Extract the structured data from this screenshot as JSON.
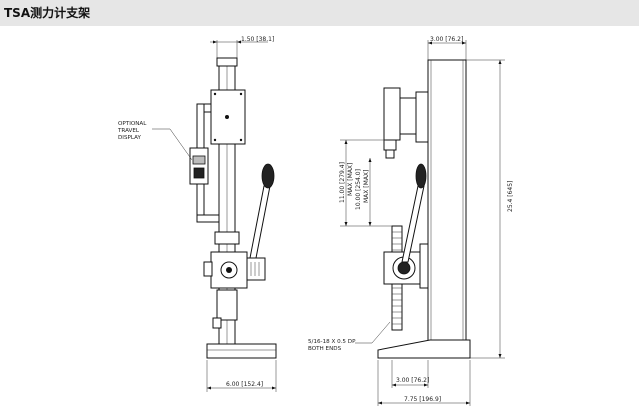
{
  "header": {
    "title": "TSA测力计支架"
  },
  "front_view": {
    "dim_top": "1.50 [38.1]",
    "dim_bottom": "6.00 [152.4]",
    "note_line1": "OPTIONAL",
    "note_line2": "TRAVEL",
    "note_line3": "DISPLAY"
  },
  "side_view": {
    "dim_top": "3.00 [76.2]",
    "dim_total_height": "25.4 [645]",
    "dim_travel": "11.00 [279.4]",
    "dim_max1": "MAX [MAX]",
    "dim_max2": "10.00 [254.0]",
    "dim_max3": "MAX [MAX]",
    "dim_base_inner": "3.00 [76.2]",
    "dim_base_total": "7.75 [196.9]",
    "note_line1": "5/16-18 X 0.5 DP",
    "note_line2": "BOTH ENDS"
  }
}
